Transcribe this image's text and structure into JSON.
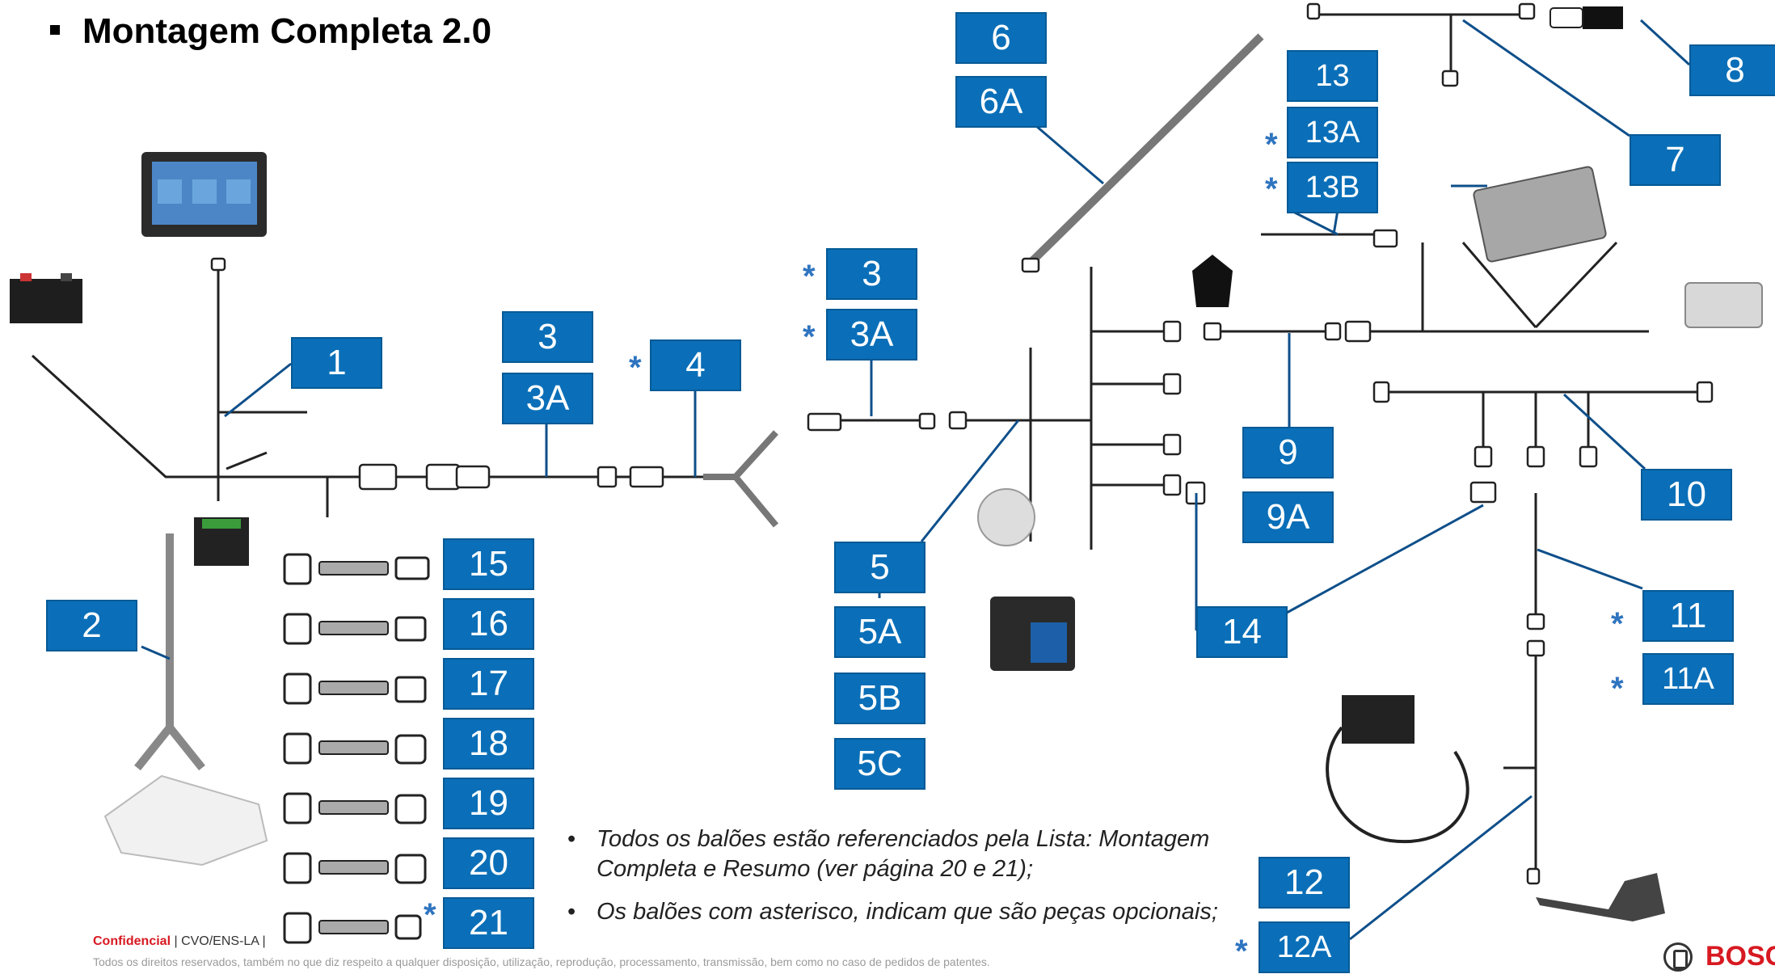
{
  "title": "Montagem Completa 2.0",
  "balloons": {
    "b1": "1",
    "b2": "2",
    "b3": "3",
    "b3a": "3A",
    "b4": "4",
    "b3r": "3",
    "b3ar": "3A",
    "b5": "5",
    "b5a": "5A",
    "b5b": "5B",
    "b5c": "5C",
    "b6": "6",
    "b6a": "6A",
    "b7": "7",
    "b8": "8",
    "b9": "9",
    "b9a": "9A",
    "b10": "10",
    "b11": "11",
    "b11a": "11A",
    "b12": "12",
    "b12a": "12A",
    "b13": "13",
    "b13a": "13A",
    "b13b": "13B",
    "b14": "14",
    "b15": "15",
    "b16": "16",
    "b17": "17",
    "b18": "18",
    "b19": "19",
    "b20": "20",
    "b21": "21"
  },
  "asterisk": "*",
  "notes": [
    "Todos os balões estão referenciados pela Lista: Montagem Completa e Resumo (ver página 20 e 21);",
    "Os balões com asterisco, indicam que são peças opcionais;"
  ],
  "footer": {
    "confidential": "Confidencial",
    "dept": " | CVO/ENS-LA |",
    "rights": "Todos os direitos reservados, também no que diz respeito a qualquer disposição, utilização, reprodução, processamento, transmissão, bem como no caso de pedidos de patentes.",
    "logo": "BOSCH"
  },
  "colors": {
    "balloon": "#0a6fb8",
    "asterisk": "#2f74c0",
    "confidential": "#d71921"
  }
}
